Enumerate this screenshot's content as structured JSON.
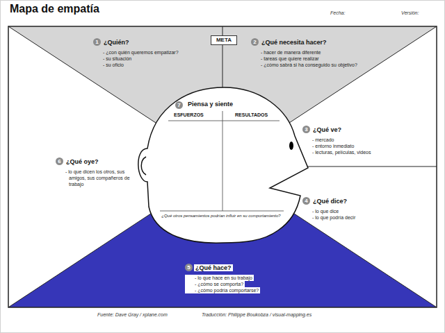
{
  "diagram": {
    "title": "Mapa de empatía",
    "nodes": [
      {
        "text": [
          "1",
          "¿Quién?",
          "- ¿con quién queremos empatizar?",
          "- su situación",
          "- su oficio"
        ]
      },
      {
        "text": [
          "META"
        ]
      },
      {
        "text": [
          "2",
          "¿Qué necesita hacer?",
          "- hacer de manera diferente",
          "- tareas que quiere realizar",
          "- ¿cómo sabrá si ha conseguido su objetivo?"
        ]
      },
      {
        "text": [
          "7",
          "Piensa y siente",
          "ESFUERZOS",
          "RESULTADOS",
          "¿Qué otros pensamientos podrían influir en su comportamiento?"
        ]
      },
      {
        "text": [
          "3",
          "¿Qué ve?",
          "- mercado",
          "- entorno inmediato",
          "- lecturas, películas, videos"
        ]
      },
      {
        "text": [
          "6",
          "¿Qué oye?",
          "- lo que dicen los otros, sus amigos, sus compañeros de trabajo"
        ]
      },
      {
        "text": [
          "4",
          "¿Qué dice?",
          "- lo que dice",
          "- lo que podría decir"
        ]
      },
      {
        "text": [
          "5",
          "¿Qué hace?",
          "- lo que hace en su trabajo",
          "- ¿cómo se comporta?",
          "- ¿cómo podría comportarse?"
        ]
      }
    ],
    "labels": [
      "Fecha:",
      "Versión:",
      "Fuente: Dave Gray / xplane.com",
      "Traducción: Philippe Boukobza / visual-mapping.es"
    ]
  }
}
